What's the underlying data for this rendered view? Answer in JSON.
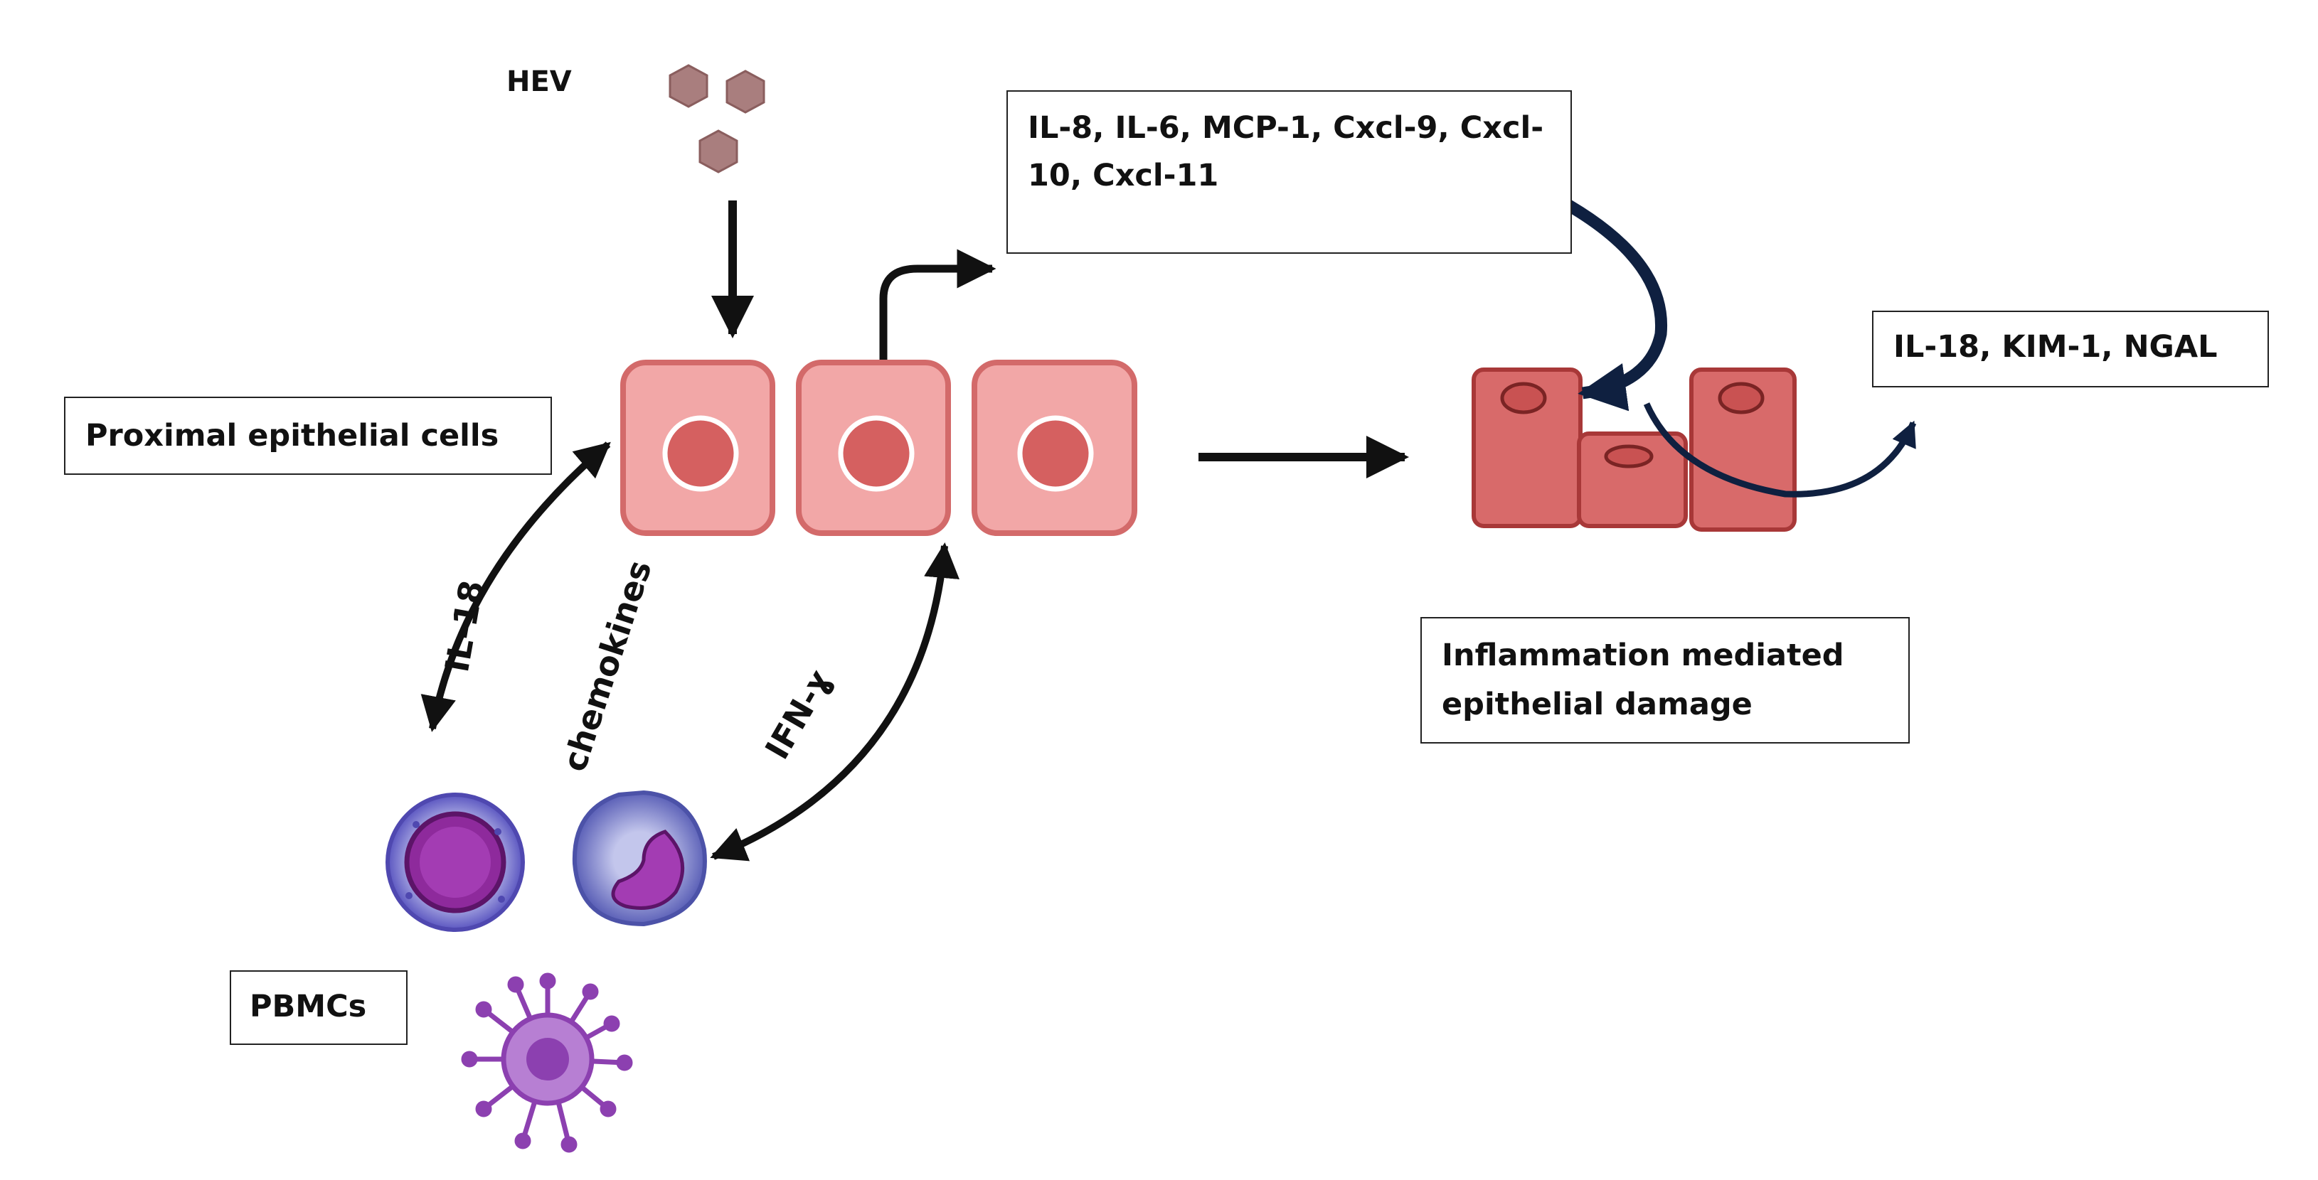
{
  "labels": {
    "hev": "HEV",
    "cytokines_box": "IL-8, IL-6, MCP-1, Cxcl-9, Cxcl-10, Cxcl-11",
    "proximal_box": "Proximal epithelial cells",
    "injury_markers_box": "IL-18, KIM-1, NGAL",
    "damage_box": "Inflammation mediated epithelial damage",
    "pbmcs_box": "PBMCs",
    "il18": "IL-18",
    "chemokines": "chemokines",
    "ifn": "IFN-ɣ"
  },
  "colors": {
    "cell_fill": "#f2a7a7",
    "cell_border": "#d36a6a",
    "nucleus": "#d56060",
    "damaged_cell": "#d86a6a",
    "damaged_border": "#a83838",
    "virus": "#a97e7e",
    "lymphocyte_outer": "#4f48b0",
    "lymphocyte_inner": "#8e2a9c",
    "monocyte": "#4c52a8",
    "dendritic": "#8c40b0",
    "arrow_black": "#111111",
    "arrow_navy": "#0f2040"
  },
  "icons": {
    "virus": "hev-virus-icon",
    "lymphocyte": "lymphocyte-icon",
    "monocyte": "monocyte-icon",
    "dendritic": "dendritic-cell-icon"
  }
}
